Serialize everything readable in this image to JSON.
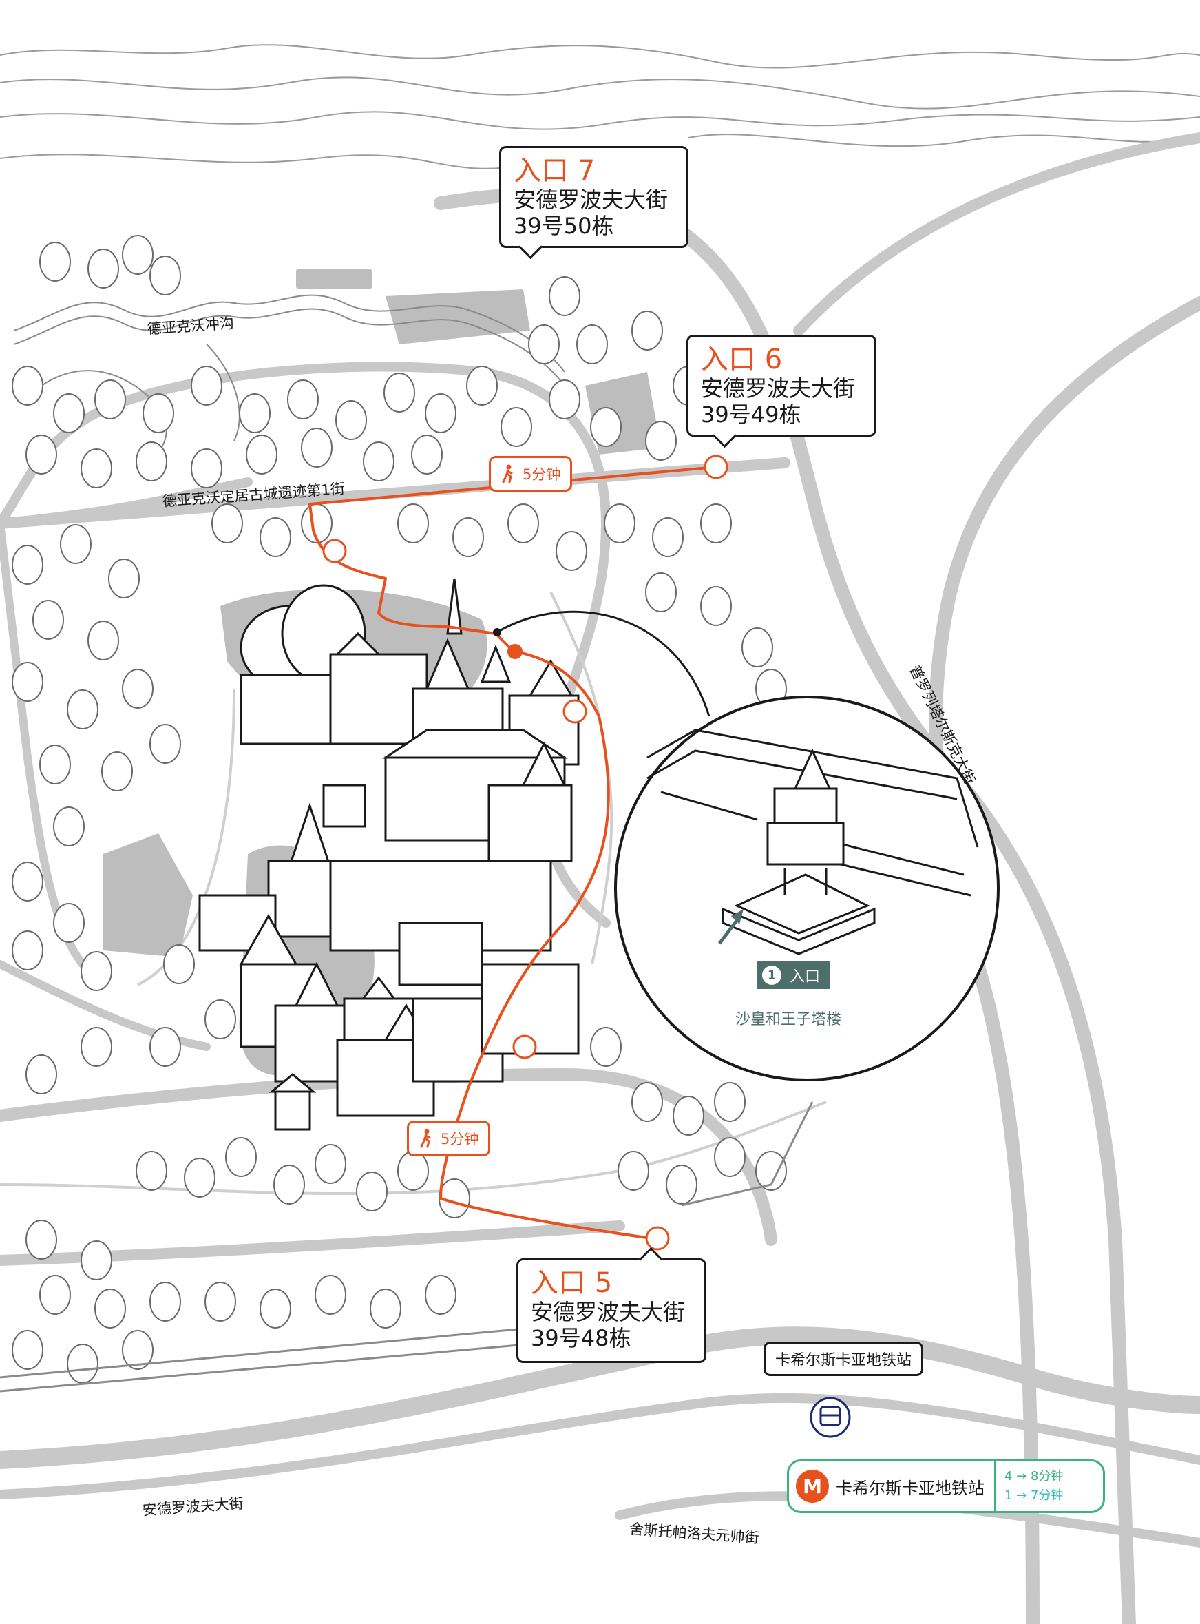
{
  "entrances": [
    {
      "id": "entrance-7",
      "title": "入口 7",
      "street": "安德罗波夫大街",
      "house": "39号50栋"
    },
    {
      "id": "entrance-6",
      "title": "入口 6",
      "street": "安德罗波夫大街",
      "house": "39号49栋"
    },
    {
      "id": "entrance-5",
      "title": "入口 5",
      "street": "安德罗波夫大街",
      "house": "39号48栋"
    }
  ],
  "walk_times": [
    "5分钟",
    "5分钟"
  ],
  "streets": {
    "ravine": "德亚克沃冲沟",
    "first_street": "德亚克沃定居古城遗迹第1街",
    "proletarsky": "普罗列塔尔斯克大街",
    "andropov": "安德罗波夫大街",
    "shostakovich": "舍斯托帕洛夫元帅街"
  },
  "inset": {
    "number": "1",
    "tag": "入口",
    "caption": "沙皇和王子塔楼"
  },
  "metro": {
    "station_label": "卡希尔斯卡亚地铁站",
    "station_name": "卡希尔斯卡亚地铁站",
    "logo": "M",
    "route1": "4 →   8分钟",
    "route2": "1 →   7分钟"
  },
  "colors": {
    "accent": "#e8501e",
    "road": "#c8c8c8",
    "inset": "#4d6e6a",
    "metro_green": "#3bb37c",
    "metro_teal": "#34b9c9"
  }
}
